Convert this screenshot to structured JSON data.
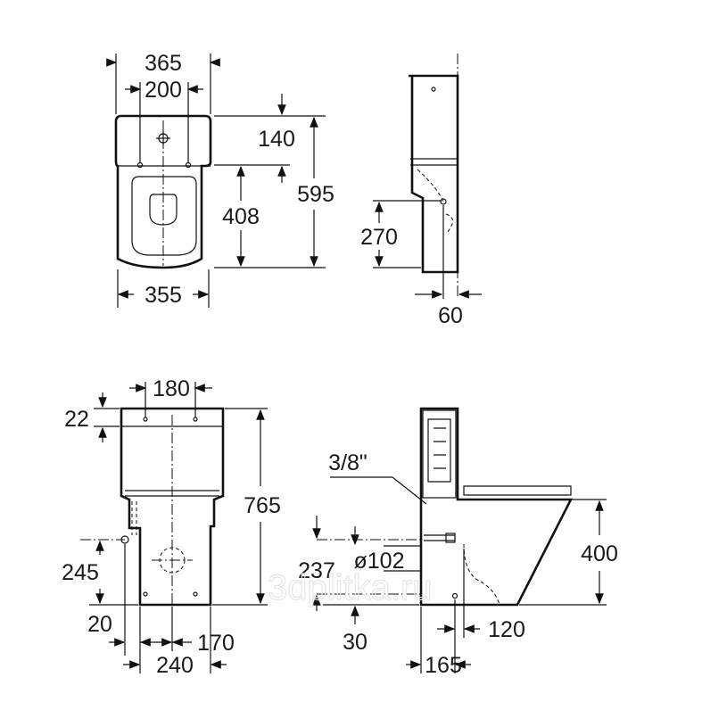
{
  "watermark": "3dplitka.ru",
  "top_view": {
    "width_overall": "365",
    "hole_spacing": "200",
    "tank_depth": "140",
    "total_depth": "595",
    "bowl_depth": "408",
    "bowl_width": "355"
  },
  "side_top_view": {
    "inlet_height": "270",
    "wall_offset": "60"
  },
  "front_view": {
    "top_hole_spacing": "180",
    "lid_thickness": "22",
    "total_height": "765",
    "inlet_height": "245",
    "inlet_offset": "20",
    "floor_fix_offset": "170",
    "base_width": "240"
  },
  "side_view": {
    "inlet_thread": "3/8\"",
    "outlet_diameter": "ø102",
    "outlet_height": "237",
    "seat_height": "400",
    "floor_clearance": "30",
    "outlet_depth": "120",
    "wall_to_outlet": "165"
  },
  "colors": {
    "line": "#111111",
    "text": "#1a1a1a"
  }
}
